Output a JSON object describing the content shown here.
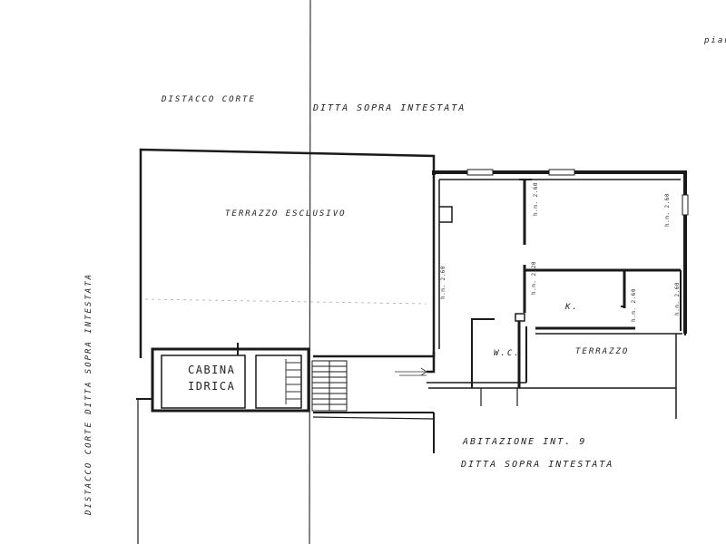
{
  "labels": {
    "corner": "pian",
    "top_left": "DISTACCO   CORTE",
    "top_right": "DITTA   SOPRA   INTESTATA",
    "terrazzo_esclusivo": "TERRAZZO  ESCLUSIVO",
    "cabina": "CABINA",
    "idrica": "IDRICA",
    "kitchen": "K.",
    "wc": "W.C.",
    "terrazzo": "TERRAZZO",
    "abitazione": "ABITAZIONE   INT. 9",
    "bottom_right": "DITTA   SOPRA   INTESTATA",
    "left_vertical": "DISTACCO  CORTE   DITTA  SOPRA   INTESTATA"
  },
  "dimensions": {
    "d1": "h.m. 2.60",
    "d2": "h.m. 2.60",
    "d3": "h.m. 2.20",
    "d4": "h.m. 2.60",
    "d5": "h.m. 2.60",
    "d6": "h.m. 2.60"
  },
  "colors": {
    "ink": "#1a1a1a",
    "paper": "#ffffff"
  }
}
